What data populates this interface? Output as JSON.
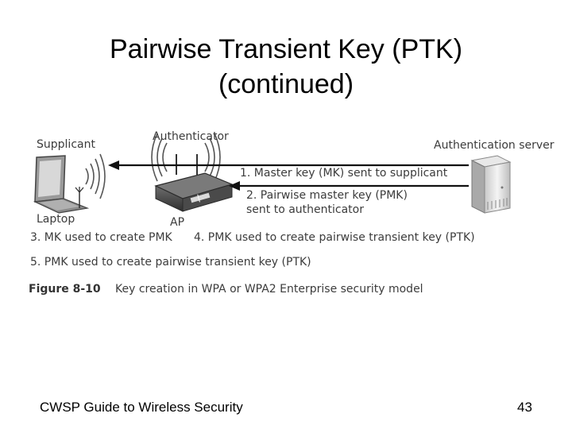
{
  "slide": {
    "title_line1": "Pairwise Transient Key (PTK)",
    "title_line2": "(continued)",
    "footer_left": "CWSP Guide to Wireless Security",
    "page_number": "43"
  },
  "diagram": {
    "labels": {
      "supplicant": "Supplicant",
      "authenticator": "Authenticator",
      "auth_server": "Authentication server",
      "laptop": "Laptop",
      "ap": "AP"
    },
    "steps": {
      "step1": "1. Master key (MK) sent to supplicant",
      "step2_line1": "2. Pairwise master key (PMK)",
      "step2_line2": "sent to authenticator",
      "step3": "3. MK used to create PMK",
      "step4": "4. PMK used to create pairwise transient key (PTK)",
      "step5": "5. PMK used to create pairwise transient key (PTK)"
    },
    "caption": {
      "figure_number": "Figure 8-10",
      "text": "Key creation in WPA or WPA2 Enterprise security model"
    }
  }
}
